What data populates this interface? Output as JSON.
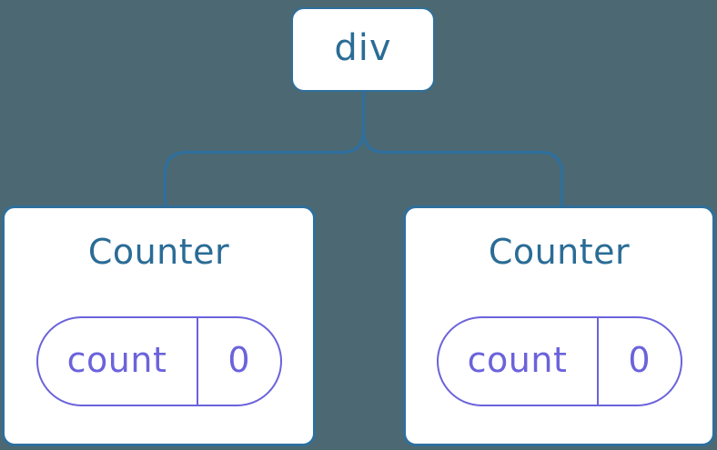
{
  "diagram": {
    "description": "component tree",
    "root": {
      "label": "div"
    },
    "children": [
      {
        "title": "Counter",
        "state": {
          "key": "count",
          "value": "0"
        }
      },
      {
        "title": "Counter",
        "state": {
          "key": "count",
          "value": "0"
        }
      }
    ]
  },
  "colors": {
    "background": "#4C6872",
    "node_border": "#2E6F9D",
    "node_text": "#2A6C96",
    "state_accent": "#6B63DB",
    "node_fill": "#FFFFFF"
  }
}
